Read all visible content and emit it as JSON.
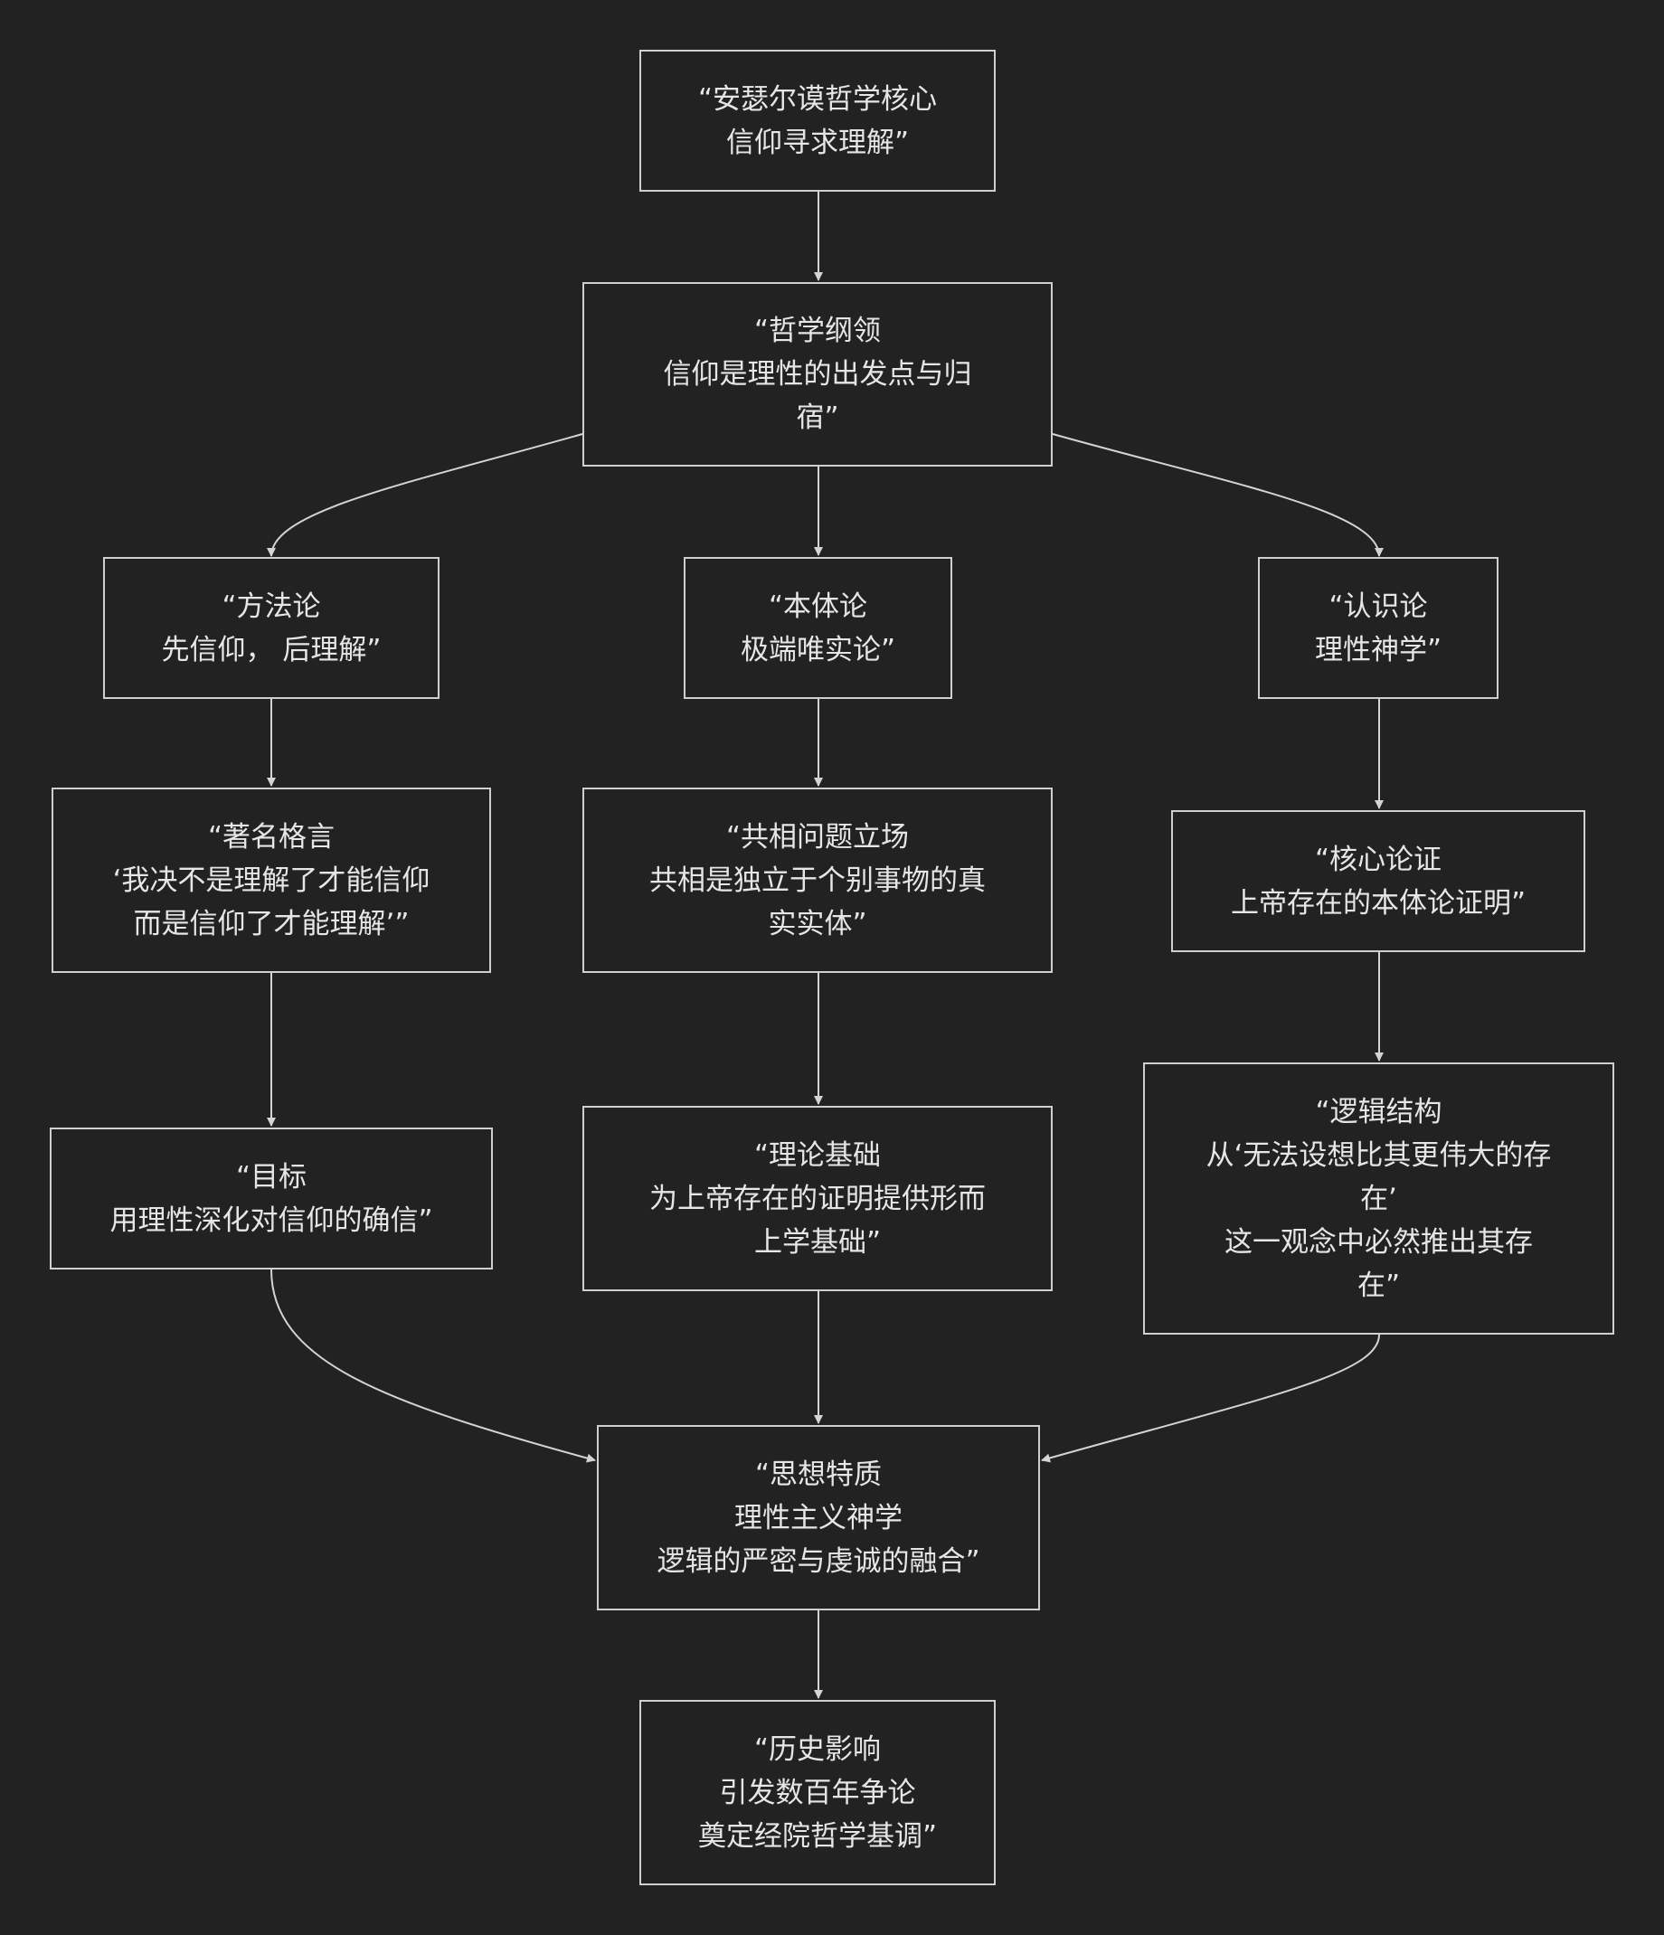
{
  "nodes": {
    "core": {
      "lines": [
        "“安瑟尔谟哲学核心",
        "信仰寻求理解”"
      ]
    },
    "outline": {
      "lines": [
        "“哲学纲领",
        "信仰是理性的出发点与归",
        "宿”"
      ]
    },
    "methodology": {
      "lines": [
        "“方法论",
        "先信仰， 后理解”"
      ]
    },
    "ontology": {
      "lines": [
        "“本体论",
        "极端唯实论”"
      ]
    },
    "epistemology": {
      "lines": [
        "“认识论",
        "理性神学”"
      ]
    },
    "maxim": {
      "lines": [
        "“著名格言",
        "‘我决不是理解了才能信仰",
        "而是信仰了才能理解’”"
      ]
    },
    "universals": {
      "lines": [
        "“共相问题立场",
        "共相是独立于个别事物的真",
        "实实体”"
      ]
    },
    "core_argument": {
      "lines": [
        "“核心论证",
        "上帝存在的本体论证明”"
      ]
    },
    "goal": {
      "lines": [
        "“目标",
        "用理性深化对信仰的确信”"
      ]
    },
    "basis": {
      "lines": [
        "“理论基础",
        "为上帝存在的证明提供形而",
        "上学基础”"
      ]
    },
    "logic": {
      "lines": [
        "“逻辑结构",
        "从‘无法设想比其更伟大的存",
        "在’",
        "这一观念中必然推出其存",
        "在”"
      ]
    },
    "trait": {
      "lines": [
        "“思想特质",
        "理性主义神学",
        "逻辑的严密与虔诚的融合”"
      ]
    },
    "history": {
      "lines": [
        "“历史影响",
        "引发数百年争论",
        "奠定经院哲学基调”"
      ]
    }
  },
  "edges": [
    {
      "from": "core",
      "to": "outline"
    },
    {
      "from": "outline",
      "to": "methodology"
    },
    {
      "from": "outline",
      "to": "ontology"
    },
    {
      "from": "outline",
      "to": "epistemology"
    },
    {
      "from": "methodology",
      "to": "maxim"
    },
    {
      "from": "ontology",
      "to": "universals"
    },
    {
      "from": "epistemology",
      "to": "core_argument"
    },
    {
      "from": "maxim",
      "to": "goal"
    },
    {
      "from": "universals",
      "to": "basis"
    },
    {
      "from": "core_argument",
      "to": "logic"
    },
    {
      "from": "goal",
      "to": "trait"
    },
    {
      "from": "basis",
      "to": "trait"
    },
    {
      "from": "logic",
      "to": "trait"
    },
    {
      "from": "trait",
      "to": "history"
    }
  ],
  "colors": {
    "background": "#222222",
    "node_border": "#cfcfcf",
    "text": "#e6e6e6",
    "edge": "#d4d4d4"
  }
}
